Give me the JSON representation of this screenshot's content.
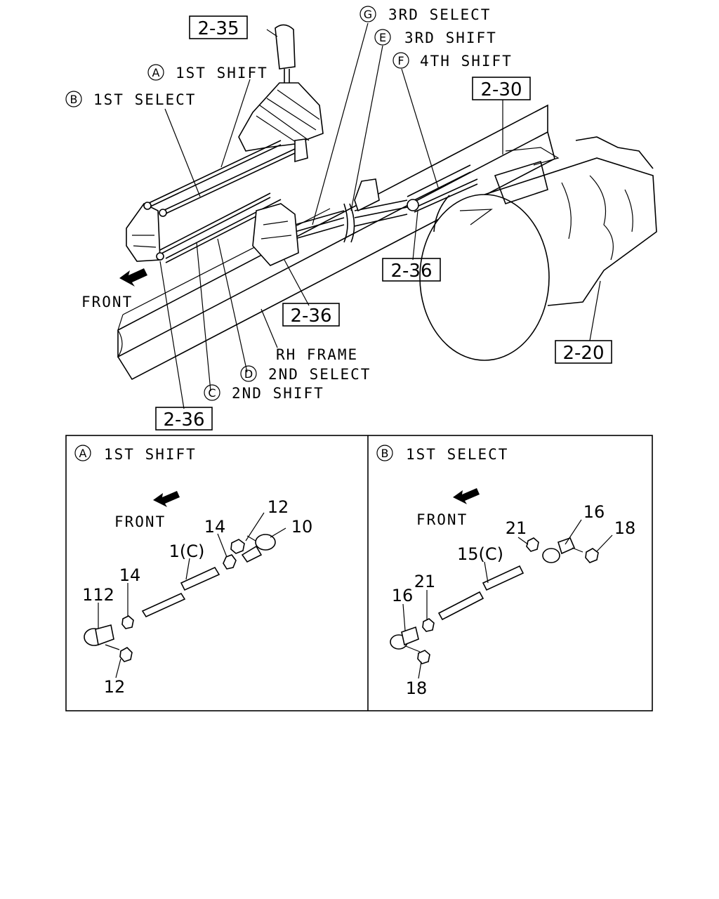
{
  "main": {
    "callouts": {
      "g": {
        "letter": "G",
        "text": "3RD SELECT"
      },
      "e": {
        "letter": "E",
        "text": "3RD SHIFT"
      },
      "f": {
        "letter": "F",
        "text": "4TH SHIFT"
      },
      "a": {
        "letter": "A",
        "text": "1ST SHIFT"
      },
      "b": {
        "letter": "B",
        "text": "1ST SELECT"
      },
      "d": {
        "letter": "D",
        "text": "2ND SELECT"
      },
      "c": {
        "letter": "C",
        "text": "2ND SHIFT"
      }
    },
    "refs": {
      "shift_lever": "2-35",
      "transmission_top": "2-30",
      "cable_right": "2-36",
      "cable_mid": "2-36",
      "cable_bottom": "2-36",
      "transmission": "2-20"
    },
    "front_label": "FRONT",
    "frame_label": "RH FRAME"
  },
  "detail_a": {
    "letter": "A",
    "title": "1ST SHIFT",
    "front_label": "FRONT",
    "parts": {
      "nut_top": "12",
      "nut_mid": "14",
      "joint_right": "10",
      "rod": "1(C)",
      "nut_left": "14",
      "joint_left": "112",
      "nut_bottom": "12"
    }
  },
  "detail_b": {
    "letter": "B",
    "title": "1ST SELECT",
    "front_label": "FRONT",
    "parts": {
      "joint_right": "16",
      "nut_right": "18",
      "nut_mid": "21",
      "rod": "15(C)",
      "nut_left": "21",
      "joint_left": "16",
      "nut_bottom": "18"
    }
  }
}
